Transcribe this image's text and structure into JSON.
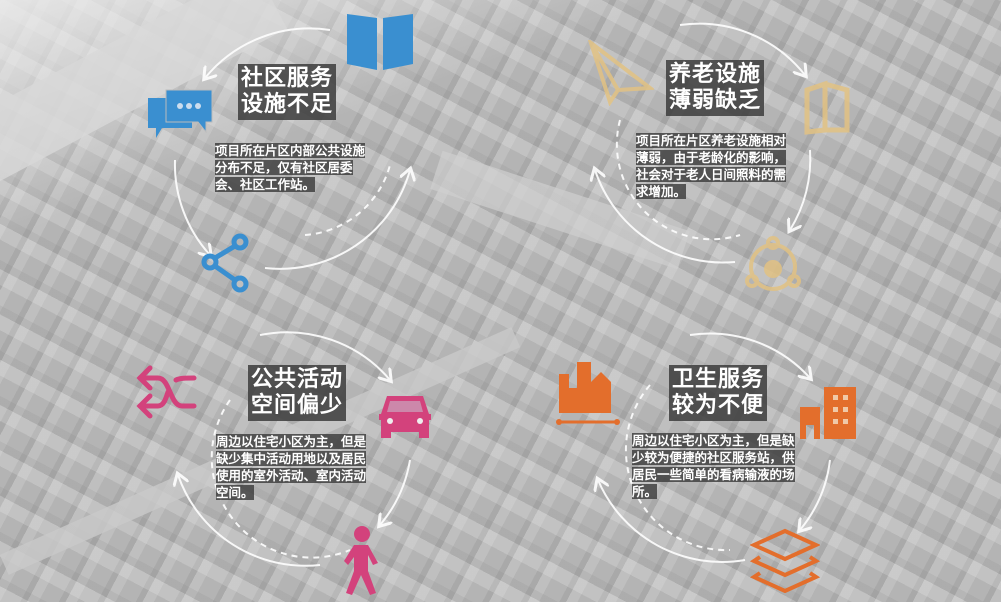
{
  "colors": {
    "community": "#3a8fd0",
    "elderly": "#e2c283",
    "public": "#d3427c",
    "health": "#e36e2c"
  },
  "sections": [
    {
      "title_line1": "社区服务",
      "title_line2": "设施不足",
      "description": "项目所在片区内部公共设施分布不足，仅有社区居委会、社区工作站。",
      "icons": [
        "book-icon",
        "chat-icon",
        "share-icon"
      ]
    },
    {
      "title_line1": "养老设施",
      "title_line2": "薄弱缺乏",
      "description": "项目所在片区养老设施相对薄弱，由于老龄化的影响，社会对于老人日间照料的需求增加。",
      "icons": [
        "paper-plane-icon",
        "map-icon",
        "network-icon"
      ]
    },
    {
      "title_line1": "公共活动",
      "title_line2": "空间偏少",
      "description": "周边以住宅小区为主，但是缺少集中活动用地以及居民使用的室外活动、室内活动空间。",
      "icons": [
        "shuffle-arrows-icon",
        "car-icon",
        "walking-person-icon"
      ]
    },
    {
      "title_line1": "卫生服务",
      "title_line2": "较为不便",
      "description": "周边以住宅小区为主，但是缺少较为便捷的社区服务站，供居民一些简单的看病输液的场所。",
      "icons": [
        "factory-icon",
        "building-icon",
        "layers-icon"
      ]
    }
  ]
}
